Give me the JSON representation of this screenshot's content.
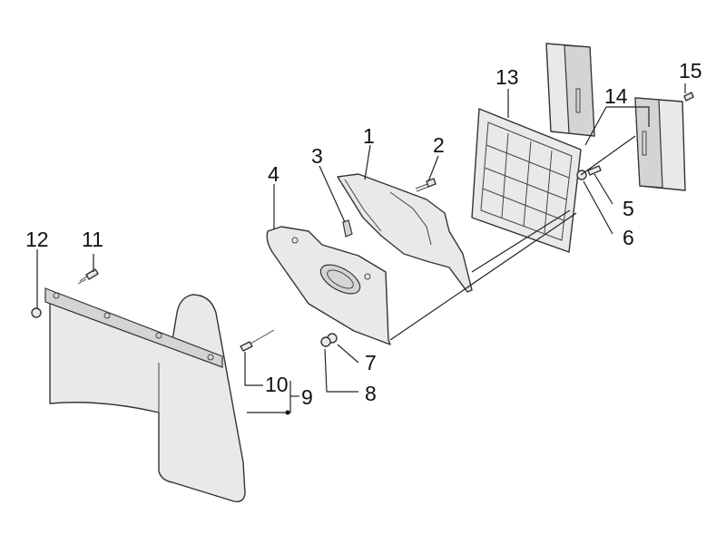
{
  "diagram": {
    "labels": {
      "p1": "1",
      "p2": "2",
      "p3": "3",
      "p4": "4",
      "p5": "5",
      "p6": "6",
      "p7": "7",
      "p8": "8",
      "p9": "9",
      "p10": "10",
      "p11": "11",
      "p12": "12",
      "p13": "13",
      "p14": "14",
      "p15": "15"
    }
  }
}
